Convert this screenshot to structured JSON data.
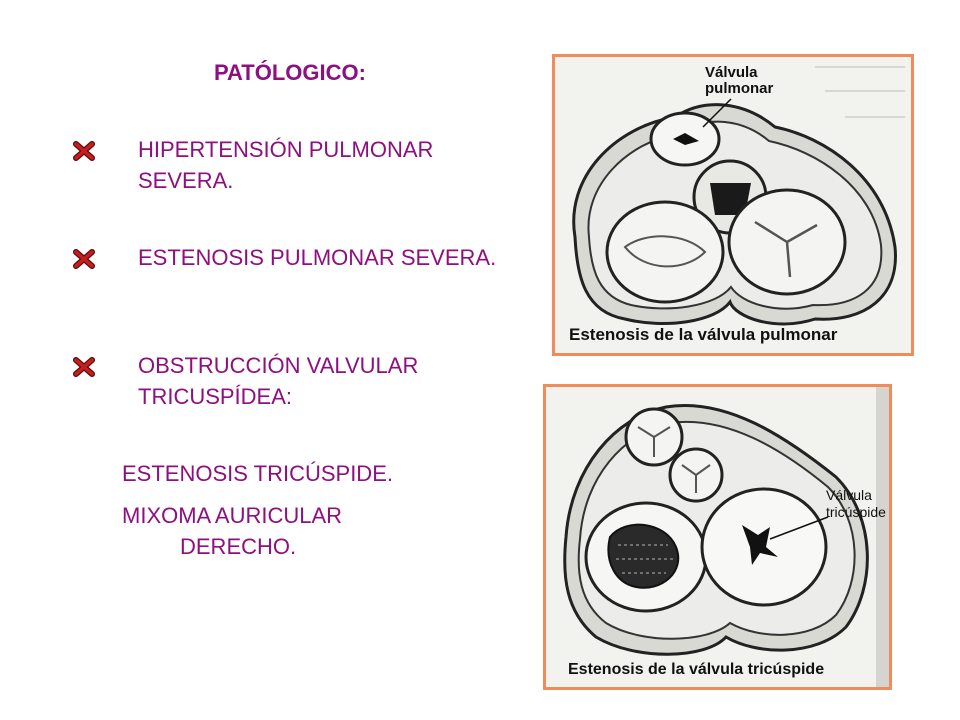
{
  "heading": "PATÓLOGICO:",
  "bullets": [
    {
      "text": "HIPERTENSIÓN PULMONAR SEVERA."
    },
    {
      "text": "ESTENOSIS PULMONAR SEVERA."
    },
    {
      "text": "OBSTRUCCIÓN VALVULAR TRICUSPÍDEA:"
    }
  ],
  "sub_items": [
    {
      "text": "ESTENOSIS TRICÚSPIDE."
    },
    {
      "text": "MIXOMA AURICULAR"
    },
    {
      "text": "DERECHO."
    }
  ],
  "figures": [
    {
      "label_line1": "Válvula",
      "label_line2": "pulmonar",
      "caption": "Estenosis de la válvula pulmonar"
    },
    {
      "label_line1": "Válvula",
      "label_line2": "tricúspide",
      "caption": "Estenosis de la válvula tricúspide"
    }
  ],
  "colors": {
    "text": "#8e0f7f",
    "bullet": "#b01818",
    "frame": "#f08c5a"
  }
}
